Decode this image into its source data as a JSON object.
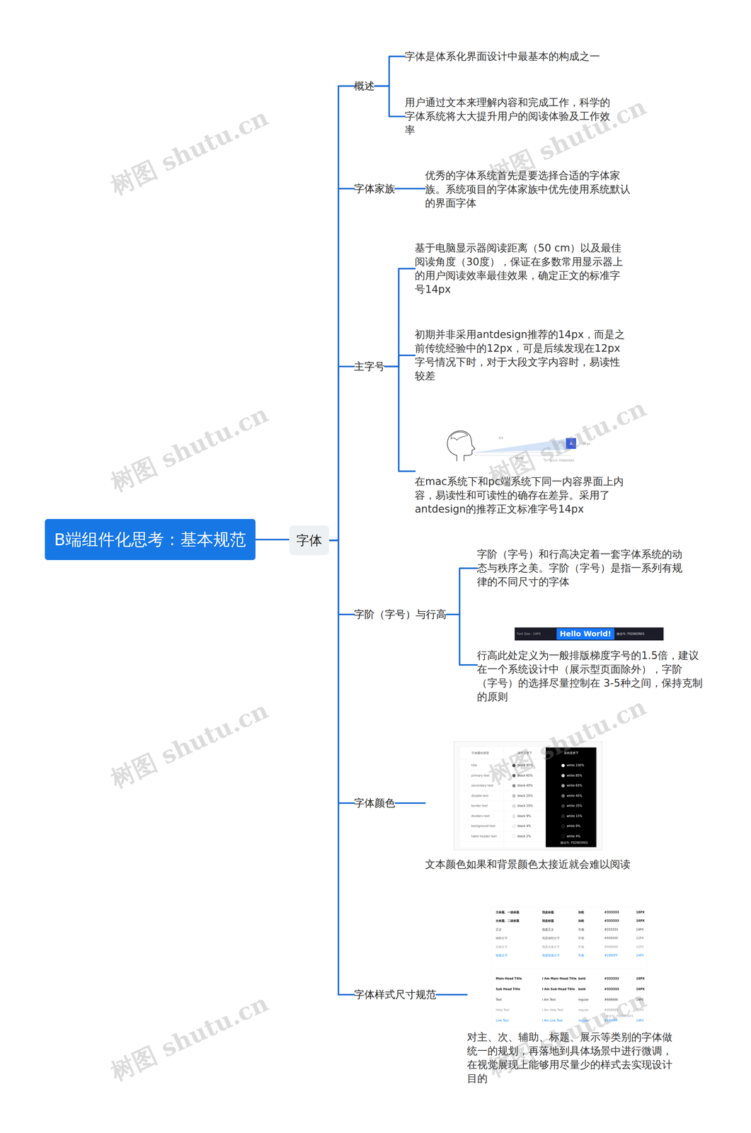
{
  "diagram": {
    "nodes": [
      {
        "text": [
          "B端组件化思考：基本规范"
        ]
      },
      {
        "text": [
          "字体"
        ]
      },
      {
        "text": [
          "概述"
        ]
      },
      {
        "text": [
          "字体是体系化界面设计中最基本的构成之一"
        ]
      },
      {
        "text": [
          "用户通过文本来理解内容和完成工作，科学的字体系统将大大提升用户的阅读体验及工作效率"
        ]
      },
      {
        "text": [
          "字体家族"
        ]
      },
      {
        "text": [
          "优秀的字体系统首先是要选择合适的字体家族。系统项目的字体家族中优先使用系统默认的界面字体"
        ]
      },
      {
        "text": [
          "主字号"
        ]
      },
      {
        "text": [
          "基于电脑显示器阅读距离（50 cm）以及最佳阅读角度（30度），保证在多数常用显示器上的用户阅读效率最佳效果，确定正文的标准字号14px"
        ]
      },
      {
        "text": [
          "初期并非采用antdesign推荐的14px，而是之前传统经验中的12px，可是后续发现在12px字号情况下时，对于大段文字内容时，易读性较差"
        ]
      },
      {
        "text": [
          "在mac系统下和pc端系统下同一内容界面上内容，易读性和可读性的确存在差异。采用了antdesign的推荐正文标准字号14px"
        ]
      },
      {
        "text": [
          "字阶（字号）与行高"
        ]
      },
      {
        "text": [
          "字阶（字号）和行高决定着一套字体系统的动态与秩序之美。字阶（字号）是指一系列有规律的不同尺寸的字体"
        ]
      },
      {
        "text": [
          "行高此处定义为一般排版梯度字号的1.5倍，建议在一个系统设计中（展示型页面除外），字阶（字号）的选择尽量控制在 3-5种之间，保持克制的原则"
        ]
      },
      {
        "text": [
          "字体颜色"
        ]
      },
      {
        "text": [
          "文本颜色如果和背景颜色太接近就会难以阅读"
        ]
      },
      {
        "text": [
          "字体样式尺寸规范"
        ]
      },
      {
        "text": [
          "对主、次、辅助、标题、展示等类别的字体做统一的规划，再落地到具体场景中进行微调，在视觉展现上能够用尽量少的样式去实现设计目的"
        ]
      }
    ],
    "edges": [
      {
        "from": 0,
        "to": 1,
        "arrow": "none"
      },
      {
        "from": 1,
        "to": 2,
        "arrow": "none"
      },
      {
        "from": 1,
        "to": 5,
        "arrow": "none"
      },
      {
        "from": 1,
        "to": 7,
        "arrow": "none"
      },
      {
        "from": 1,
        "to": 11,
        "arrow": "none"
      },
      {
        "from": 1,
        "to": 14,
        "arrow": "none"
      },
      {
        "from": 1,
        "to": 16,
        "arrow": "none"
      },
      {
        "from": 2,
        "to": 3,
        "arrow": "none"
      },
      {
        "from": 2,
        "to": 4,
        "arrow": "none"
      },
      {
        "from": 5,
        "to": 6,
        "arrow": "none"
      },
      {
        "from": 7,
        "to": 8,
        "arrow": "none"
      },
      {
        "from": 7,
        "to": 9,
        "arrow": "none"
      },
      {
        "from": 7,
        "to": 10,
        "arrow": "none"
      },
      {
        "from": 11,
        "to": 12,
        "arrow": "none"
      },
      {
        "from": 11,
        "to": 13,
        "arrow": "none"
      },
      {
        "from": 14,
        "to": 15,
        "arrow": "none"
      },
      {
        "from": 16,
        "to": 17,
        "arrow": "none"
      }
    ],
    "labels": [
      "树图 shutu.cn",
      "树图 shutu.cn",
      "树图 shutu.cn",
      "树图 shutu.cn",
      "树图 shutu.cn",
      "树图 shutu.cn",
      "树图 shutu.cn",
      "树图 shutu.cn",
      "0.5",
      "A",
      "50 cm",
      "30 px",
      "微信号: PSDWORKS",
      "Font Size：14PX",
      "Hello World!",
      "微信号: PSDWORKS",
      "字体颜色类型",
      "浅色背景下",
      "深色背景下",
      "title",
      "primary text",
      "secondary text",
      "disable text",
      "border text",
      "dividers text",
      "background text",
      "table header text",
      "black 85%",
      "black 65%",
      "black 45%",
      "black 25%",
      "black 15%",
      "black 9%",
      "black 4%",
      "black 2%",
      "white 100%",
      "white 85%",
      "white 65%",
      "white 45%",
      "white 25%",
      "white 15%",
      "white 9%",
      "white 4%",
      "微信号: PSDWORKS",
      "主标题、一级标题",
      "我是标题",
      "加粗",
      "#333333",
      "18PX",
      "次标题、二级标题",
      "我是标题",
      "加粗",
      "#333333",
      "16PX",
      "正文",
      "我是正文",
      "常规",
      "#333333",
      "14PX",
      "辅助文字",
      "我是辅助文字",
      "常规",
      "#666666",
      "12PX",
      "次级文字",
      "我是次级文字",
      "常规",
      "#999999",
      "12PX",
      "链接文字",
      "我是链接文字",
      "常规",
      "#1890FF",
      "14PX",
      "Main Head Title",
      "I Am Main Head Title",
      "bold",
      "#333333",
      "18PX",
      "Sub Head Title",
      "I Am Sub Head Title",
      "bold",
      "#333333",
      "16PX",
      "Text",
      "I Am Text",
      "regular",
      "#666666",
      "14PX",
      "Help Text",
      "I Am Help Text",
      "regular",
      "#999999",
      "12PX",
      "Link Text",
      "I Am Link Text",
      "regular",
      "#1890FF",
      "14PX",
      "微信号: PSDWORKS"
    ]
  }
}
